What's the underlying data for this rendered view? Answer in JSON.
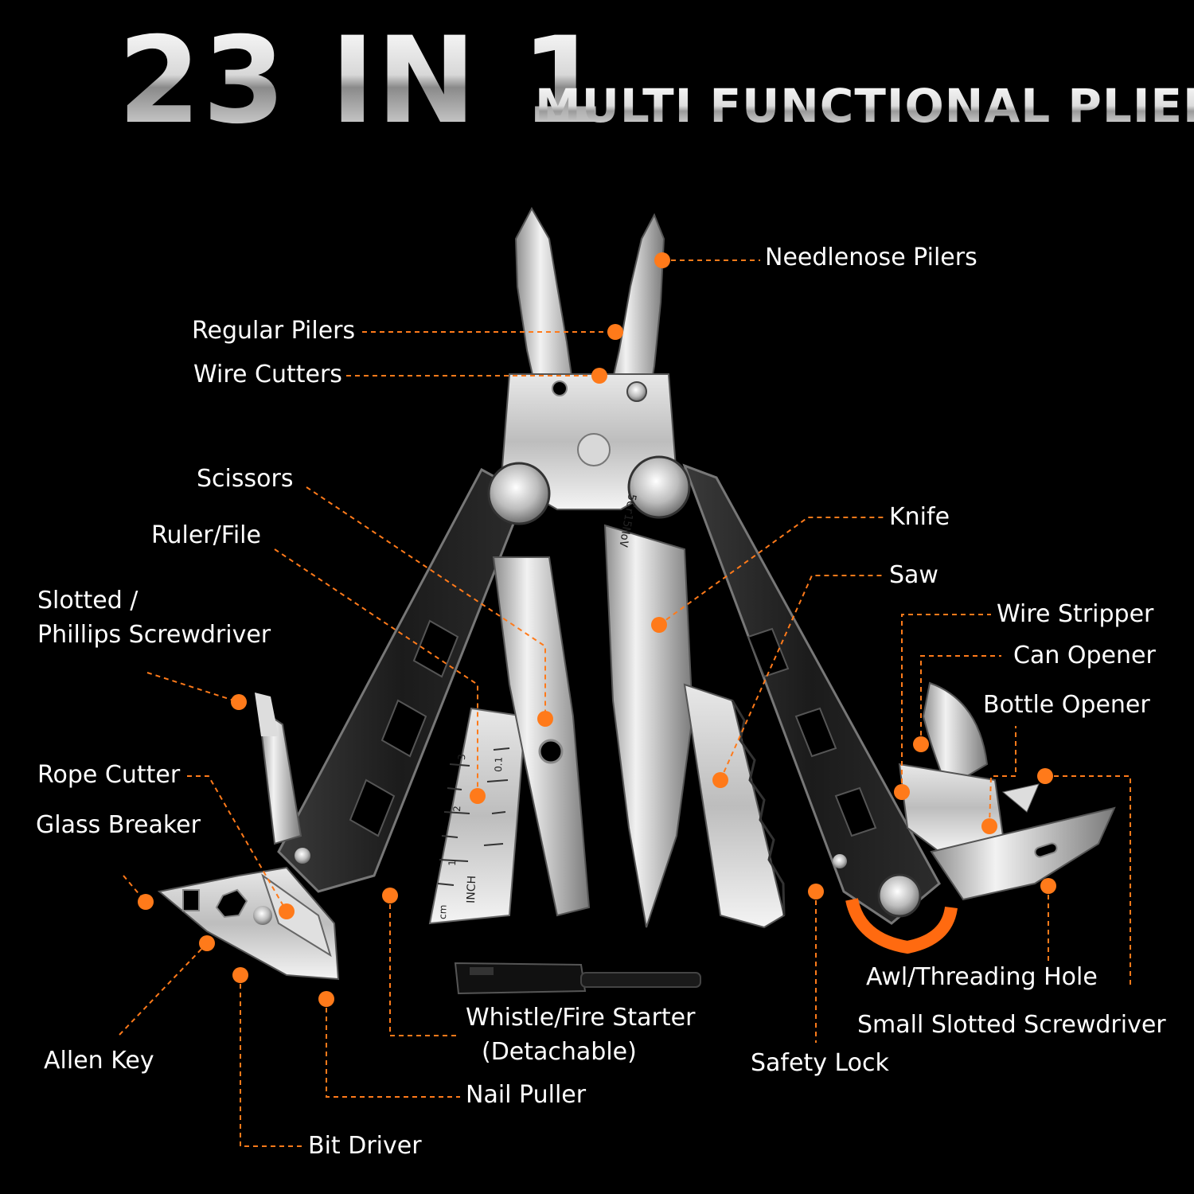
{
  "header": {
    "title": "23 IN 1",
    "subtitle": "MULTI FUNCTIONAL PLIERS"
  },
  "colors": {
    "background": "#000000",
    "accent": "#ff7a1a",
    "label_text": "#ffffff",
    "steel": "#cfcfcf",
    "handle": "#1e1e1e"
  },
  "engraving": {
    "steel_mark": "5Cr15MoV",
    "ruler_unit": "INCH",
    "ruler_unit_cm": "cm",
    "ruler_numbers": [
      "1",
      "2",
      "3",
      "0.1"
    ]
  },
  "labels": {
    "needlenose_pliers": "Needlenose Pilers",
    "regular_pliers": "Regular Pilers",
    "wire_cutters": "Wire Cutters",
    "scissors": "Scissors",
    "ruler_file": "Ruler/File",
    "screwdriver_line1": "Slotted /",
    "screwdriver_line2": "Phillips Screwdriver",
    "rope_cutter": "Rope Cutter",
    "glass_breaker": "Glass Breaker",
    "allen_key": "Allen Key",
    "bit_driver": "Bit Driver",
    "nail_puller": "Nail Puller",
    "whistle_line1": "Whistle/Fire Starter",
    "whistle_line2": "(Detachable)",
    "safety_lock": "Safety Lock",
    "knife": "Knife",
    "saw": "Saw",
    "wire_stripper": "Wire Stripper",
    "can_opener": "Can Opener",
    "bottle_opener": "Bottle Opener",
    "awl": "Awl/Threading Hole",
    "small_screwdriver": "Small Slotted Screwdriver"
  }
}
